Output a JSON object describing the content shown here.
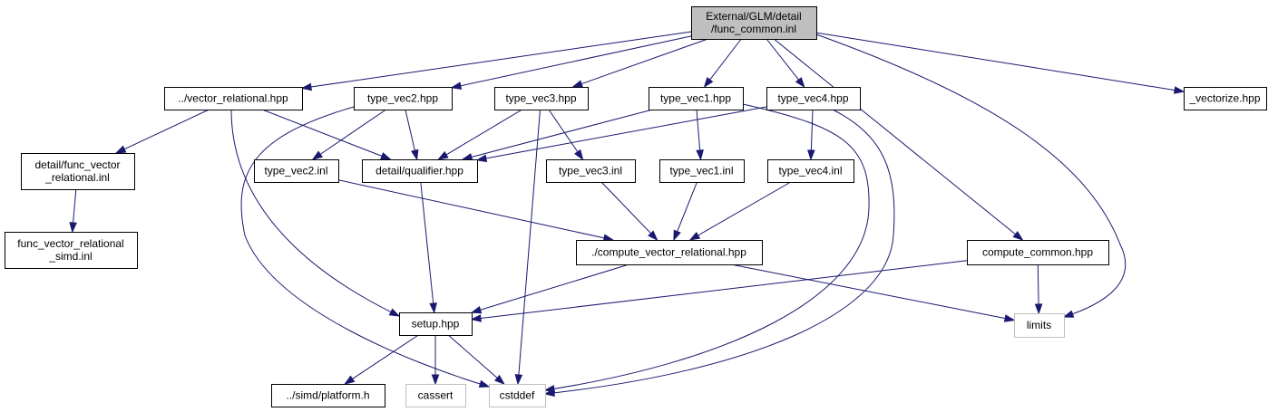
{
  "colors": {
    "edge": "#191970",
    "root_fill": "#bfbfbf",
    "box_stroke": "#000000",
    "external_stroke": "#bfbfbf",
    "text": "#000000"
  },
  "graph": {
    "nodes": [
      {
        "id": "root",
        "lines": [
          "External/GLM/detail",
          "/func_common.inl"
        ],
        "kind": "root"
      },
      {
        "id": "vector_relational",
        "lines": [
          "../vector_relational.hpp"
        ],
        "kind": "file"
      },
      {
        "id": "type_vec2_hpp",
        "lines": [
          "type_vec2.hpp"
        ],
        "kind": "file"
      },
      {
        "id": "type_vec3_hpp",
        "lines": [
          "type_vec3.hpp"
        ],
        "kind": "file"
      },
      {
        "id": "type_vec1_hpp",
        "lines": [
          "type_vec1.hpp"
        ],
        "kind": "file"
      },
      {
        "id": "type_vec4_hpp",
        "lines": [
          "type_vec4.hpp"
        ],
        "kind": "file"
      },
      {
        "id": "vectorize",
        "lines": [
          "_vectorize.hpp"
        ],
        "kind": "file"
      },
      {
        "id": "func_vector_relational",
        "lines": [
          "detail/func_vector",
          "_relational.inl"
        ],
        "kind": "file"
      },
      {
        "id": "type_vec2_inl",
        "lines": [
          "type_vec2.inl"
        ],
        "kind": "file"
      },
      {
        "id": "qualifier",
        "lines": [
          "detail/qualifier.hpp"
        ],
        "kind": "file"
      },
      {
        "id": "type_vec3_inl",
        "lines": [
          "type_vec3.inl"
        ],
        "kind": "file"
      },
      {
        "id": "type_vec1_inl",
        "lines": [
          "type_vec1.inl"
        ],
        "kind": "file"
      },
      {
        "id": "type_vec4_inl",
        "lines": [
          "type_vec4.inl"
        ],
        "kind": "file"
      },
      {
        "id": "func_vector_relational_simd",
        "lines": [
          "func_vector_relational",
          "_simd.inl"
        ],
        "kind": "file"
      },
      {
        "id": "compute_vector_relational",
        "lines": [
          "./compute_vector_relational.hpp"
        ],
        "kind": "file"
      },
      {
        "id": "compute_common",
        "lines": [
          "compute_common.hpp"
        ],
        "kind": "file"
      },
      {
        "id": "setup",
        "lines": [
          "setup.hpp"
        ],
        "kind": "file"
      },
      {
        "id": "limits",
        "lines": [
          "limits"
        ],
        "kind": "external"
      },
      {
        "id": "platform",
        "lines": [
          "../simd/platform.h"
        ],
        "kind": "file"
      },
      {
        "id": "cassert",
        "lines": [
          "cassert"
        ],
        "kind": "external"
      },
      {
        "id": "cstddef",
        "lines": [
          "cstddef"
        ],
        "kind": "external"
      }
    ],
    "edges": [
      [
        "root",
        "vector_relational"
      ],
      [
        "root",
        "type_vec2_hpp"
      ],
      [
        "root",
        "type_vec3_hpp"
      ],
      [
        "root",
        "type_vec1_hpp"
      ],
      [
        "root",
        "type_vec4_hpp"
      ],
      [
        "root",
        "vectorize"
      ],
      [
        "root",
        "compute_common"
      ],
      [
        "root",
        "limits"
      ],
      [
        "vector_relational",
        "func_vector_relational"
      ],
      [
        "vector_relational",
        "qualifier"
      ],
      [
        "vector_relational",
        "setup"
      ],
      [
        "func_vector_relational",
        "func_vector_relational_simd"
      ],
      [
        "type_vec2_hpp",
        "type_vec2_inl"
      ],
      [
        "type_vec2_hpp",
        "qualifier"
      ],
      [
        "type_vec2_hpp",
        "cstddef"
      ],
      [
        "type_vec3_hpp",
        "qualifier"
      ],
      [
        "type_vec3_hpp",
        "type_vec3_inl"
      ],
      [
        "type_vec3_hpp",
        "cstddef"
      ],
      [
        "type_vec1_hpp",
        "qualifier"
      ],
      [
        "type_vec1_hpp",
        "type_vec1_inl"
      ],
      [
        "type_vec1_hpp",
        "cstddef"
      ],
      [
        "type_vec4_hpp",
        "qualifier"
      ],
      [
        "type_vec4_hpp",
        "type_vec4_inl"
      ],
      [
        "type_vec4_hpp",
        "cstddef"
      ],
      [
        "type_vec2_inl",
        "compute_vector_relational"
      ],
      [
        "type_vec3_inl",
        "compute_vector_relational"
      ],
      [
        "type_vec1_inl",
        "compute_vector_relational"
      ],
      [
        "type_vec4_inl",
        "compute_vector_relational"
      ],
      [
        "qualifier",
        "setup"
      ],
      [
        "compute_vector_relational",
        "setup"
      ],
      [
        "compute_vector_relational",
        "limits"
      ],
      [
        "compute_common",
        "setup"
      ],
      [
        "compute_common",
        "limits"
      ],
      [
        "setup",
        "platform"
      ],
      [
        "setup",
        "cassert"
      ],
      [
        "setup",
        "cstddef"
      ]
    ]
  }
}
